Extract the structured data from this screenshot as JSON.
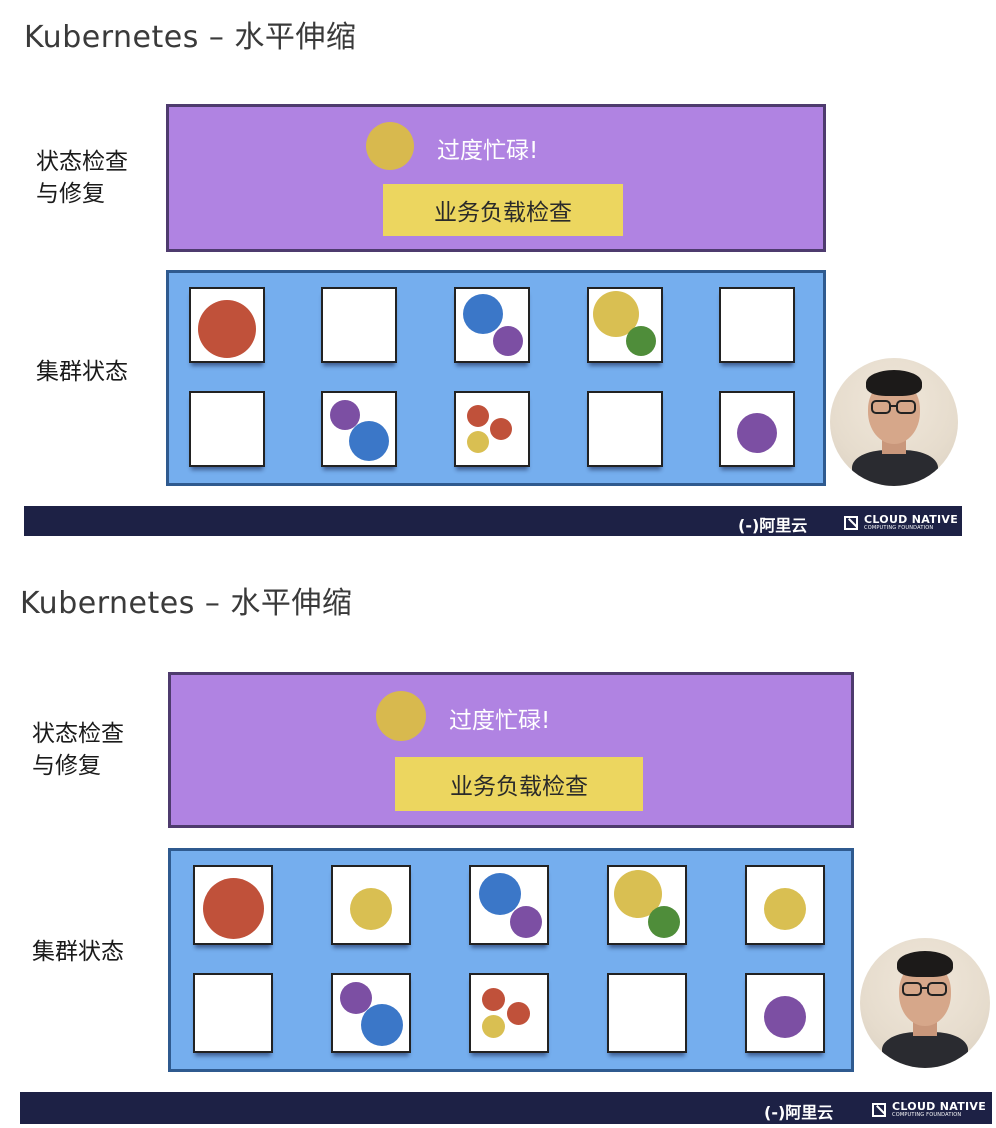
{
  "slides": [
    {
      "title": "Kubernetes – 水平伸缩",
      "health_label": "状态检查\n与修复",
      "busy_text": "过度忙碌!",
      "workload_label": "业务负载检查",
      "cluster_label": "集群状态",
      "footer": {
        "aliyun": "(-)阿里云",
        "cncf_main": "CLOUD NATIVE",
        "cncf_sub": "COMPUTING FOUNDATION"
      },
      "nodes": [
        {
          "pods": [
            {
              "color": "#c0513a",
              "size": "large"
            }
          ]
        },
        {
          "pods": []
        },
        {
          "pods": [
            {
              "color": "#3b77c8",
              "size": "medium"
            },
            {
              "color": "#7c4fa3",
              "size": "small"
            }
          ]
        },
        {
          "pods": [
            {
              "color": "#d9bf52",
              "size": "medium-large"
            },
            {
              "color": "#4f8d3a",
              "size": "small"
            }
          ]
        },
        {
          "pods": []
        },
        {
          "pods": []
        },
        {
          "pods": [
            {
              "color": "#7c4fa3",
              "size": "small"
            },
            {
              "color": "#3b77c8",
              "size": "medium"
            }
          ]
        },
        {
          "pods": [
            {
              "color": "#c0513a",
              "size": "tiny"
            },
            {
              "color": "#c0513a",
              "size": "tiny"
            },
            {
              "color": "#d9bf52",
              "size": "tiny"
            }
          ]
        },
        {
          "pods": []
        },
        {
          "pods": [
            {
              "color": "#7c4fa3",
              "size": "medium"
            }
          ]
        }
      ]
    },
    {
      "title": "Kubernetes – 水平伸缩",
      "health_label": "状态检查\n与修复",
      "busy_text": "过度忙碌!",
      "workload_label": "业务负载检查",
      "cluster_label": "集群状态",
      "footer": {
        "aliyun": "(-)阿里云",
        "cncf_main": "CLOUD NATIVE",
        "cncf_sub": "COMPUTING FOUNDATION"
      },
      "nodes": [
        {
          "pods": [
            {
              "color": "#c0513a",
              "size": "large"
            }
          ]
        },
        {
          "pods": [
            {
              "color": "#d9bf52",
              "size": "medium"
            }
          ]
        },
        {
          "pods": [
            {
              "color": "#3b77c8",
              "size": "medium"
            },
            {
              "color": "#7c4fa3",
              "size": "small"
            }
          ]
        },
        {
          "pods": [
            {
              "color": "#d9bf52",
              "size": "medium-large"
            },
            {
              "color": "#4f8d3a",
              "size": "small"
            }
          ]
        },
        {
          "pods": [
            {
              "color": "#d9bf52",
              "size": "medium"
            }
          ]
        },
        {
          "pods": []
        },
        {
          "pods": [
            {
              "color": "#7c4fa3",
              "size": "small"
            },
            {
              "color": "#3b77c8",
              "size": "medium"
            }
          ]
        },
        {
          "pods": [
            {
              "color": "#c0513a",
              "size": "tiny"
            },
            {
              "color": "#c0513a",
              "size": "tiny"
            },
            {
              "color": "#d9bf52",
              "size": "tiny"
            }
          ]
        },
        {
          "pods": []
        },
        {
          "pods": [
            {
              "color": "#7c4fa3",
              "size": "medium"
            }
          ]
        }
      ]
    }
  ]
}
